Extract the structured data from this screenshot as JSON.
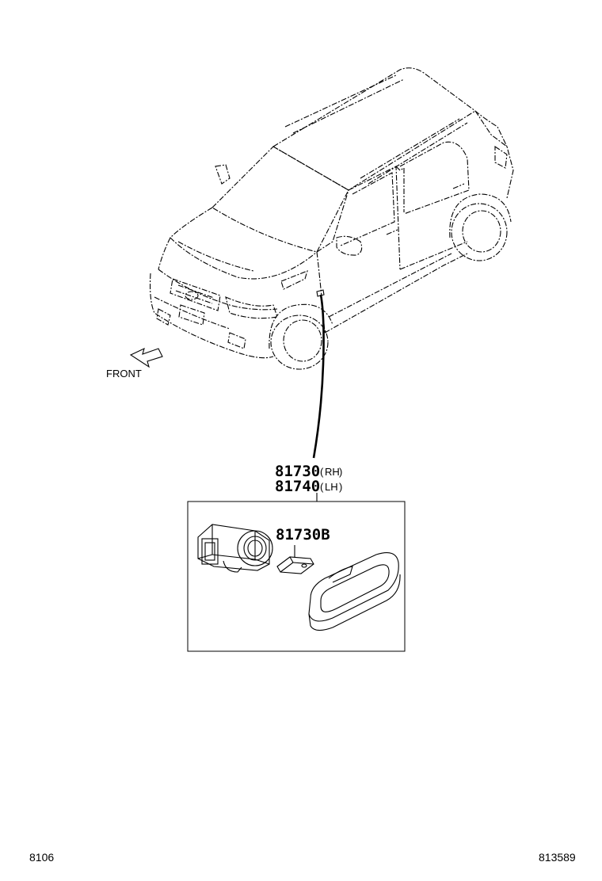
{
  "labels": {
    "front": "FRONT",
    "part_rh_number": "81730",
    "part_rh_side": "RH",
    "part_lh_number": "81740",
    "part_lh_side": "LH",
    "part_bulb": "81730B"
  },
  "footer": {
    "left_code": "8106",
    "right_code": "813589"
  }
}
